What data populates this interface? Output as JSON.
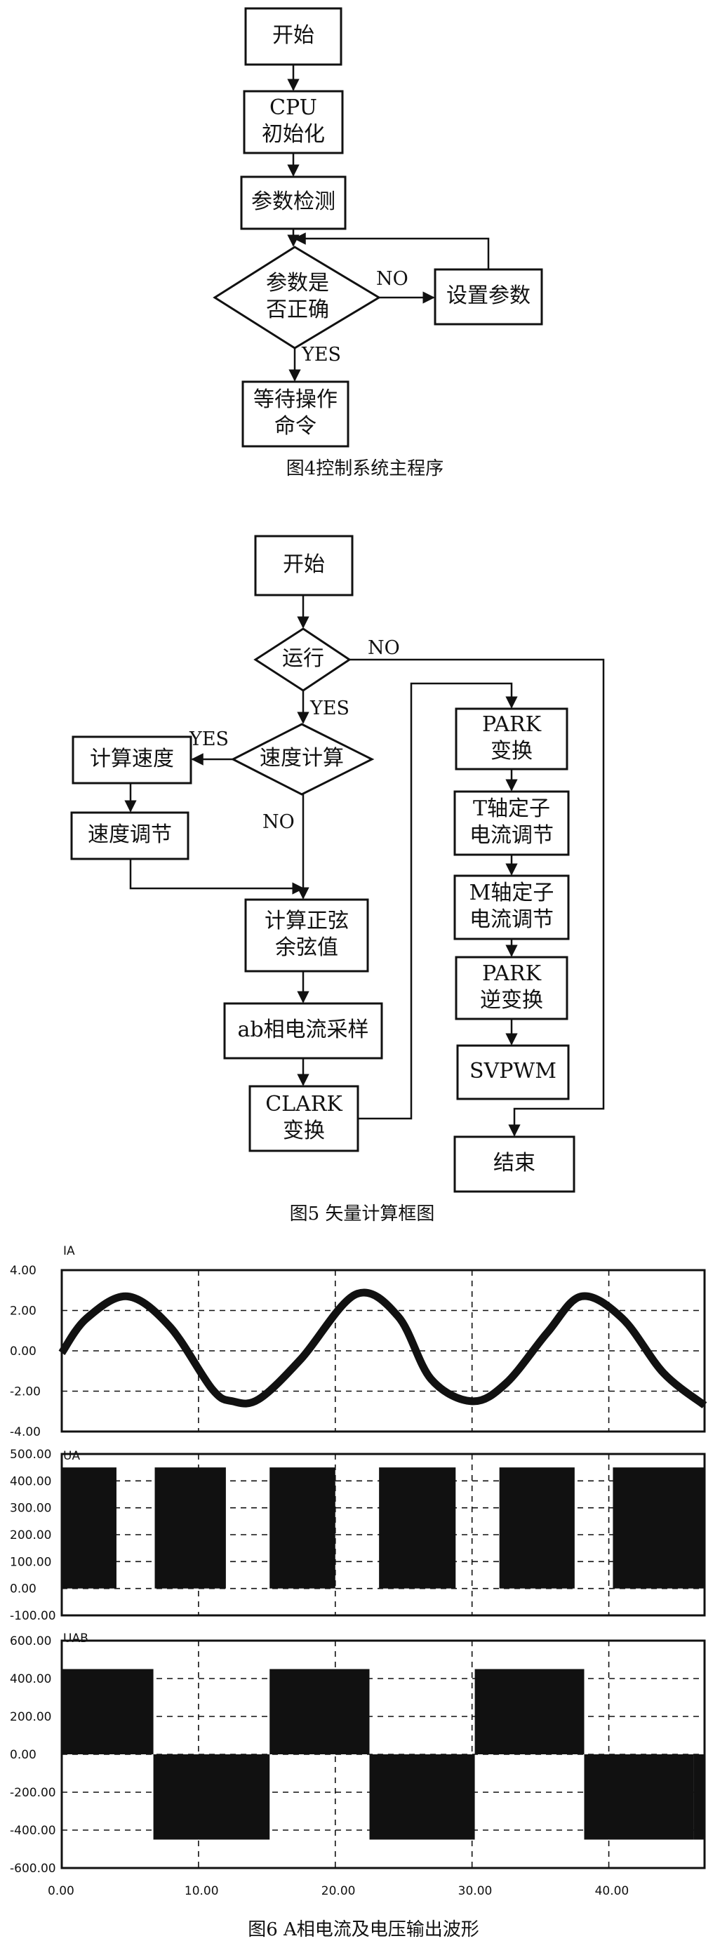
{
  "fig4": {
    "caption": "图4控制系统主程序",
    "nodes": {
      "start": "开始",
      "cpu": "CPU|初始化",
      "detect": "参数检测",
      "check": "参数是|否正确",
      "set": "设置参数",
      "wait": "等待操作|命令"
    },
    "labels": {
      "no": "NO",
      "yes": "YES"
    }
  },
  "fig5": {
    "caption": "图5  矢量计算框图",
    "nodes": {
      "start": "开始",
      "run": "运行",
      "speed_calc": "速度计算",
      "calc_speed": "计算速度",
      "speed_reg": "速度调节",
      "sincos": "计算正弦|余弦值",
      "sampling": "ab相电流采样",
      "clark": "CLARK|变换",
      "park": "PARK|变换",
      "t_axis": "T轴定子|电流调节",
      "m_axis": "M轴定子|电流调节",
      "ipark": "PARK|逆变换",
      "svpwm": "SVPWM",
      "end": "结束"
    },
    "labels": {
      "run_no": "NO",
      "run_yes": "YES",
      "speed_yes": "YES",
      "speed_no": "NO"
    }
  },
  "fig6": {
    "caption": "图6  A相电流及电压输出波形",
    "x_ticks": [
      "0.00",
      "10.00",
      "20.00",
      "30.00",
      "40.00"
    ]
  },
  "chart_data": [
    {
      "type": "line",
      "title": "IA",
      "xlim": [
        0,
        47
      ],
      "ylim": [
        -4,
        4
      ],
      "y_ticks": [
        "4.00",
        "2.00",
        "0.00",
        "-2.00",
        "-4.00"
      ],
      "grid": true,
      "series": [
        {
          "x": [
            0,
            1.8,
            4.8,
            7.9,
            11,
            12.5,
            14.4,
            17.5,
            21.5,
            24.6,
            27,
            30,
            32.5,
            35.5,
            38,
            41,
            44,
            47
          ],
          "values": [
            -0.1,
            1.6,
            2.7,
            1.2,
            -1.9,
            -2.5,
            -2.4,
            -0.4,
            2.8,
            1.7,
            -1.4,
            -2.5,
            -1.6,
            0.9,
            2.7,
            1.6,
            -1.1,
            -2.7
          ]
        }
      ]
    },
    {
      "type": "area",
      "title": "UA",
      "xlim": [
        0,
        47
      ],
      "ylim": [
        -100,
        500
      ],
      "y_ticks": [
        "500.00",
        "400.00",
        "300.00",
        "200.00",
        "100.00",
        "0.00",
        "-100.00"
      ],
      "grid": true,
      "series": [
        {
          "x": [
            0,
            4,
            6.8,
            12,
            15.2,
            20,
            23.2,
            28.8,
            32,
            37.5,
            40.3,
            47
          ],
          "values": [
            450,
            0,
            450,
            0,
            450,
            0,
            450,
            0,
            450,
            0,
            450,
            450
          ]
        }
      ]
    },
    {
      "type": "area",
      "title": "UAB",
      "xlim": [
        0,
        47
      ],
      "ylim": [
        -600,
        600
      ],
      "y_ticks": [
        "600.00",
        "400.00",
        "200.00",
        "0.00",
        "-200.00",
        "-400.00",
        "-600.00"
      ],
      "grid": true,
      "series": [
        {
          "x": [
            0,
            6.7,
            15.2,
            22.5,
            30.2,
            38.2,
            46.2,
            47
          ],
          "values": [
            450,
            -450,
            450,
            -450,
            450,
            -450,
            -450,
            -450
          ]
        }
      ]
    }
  ]
}
